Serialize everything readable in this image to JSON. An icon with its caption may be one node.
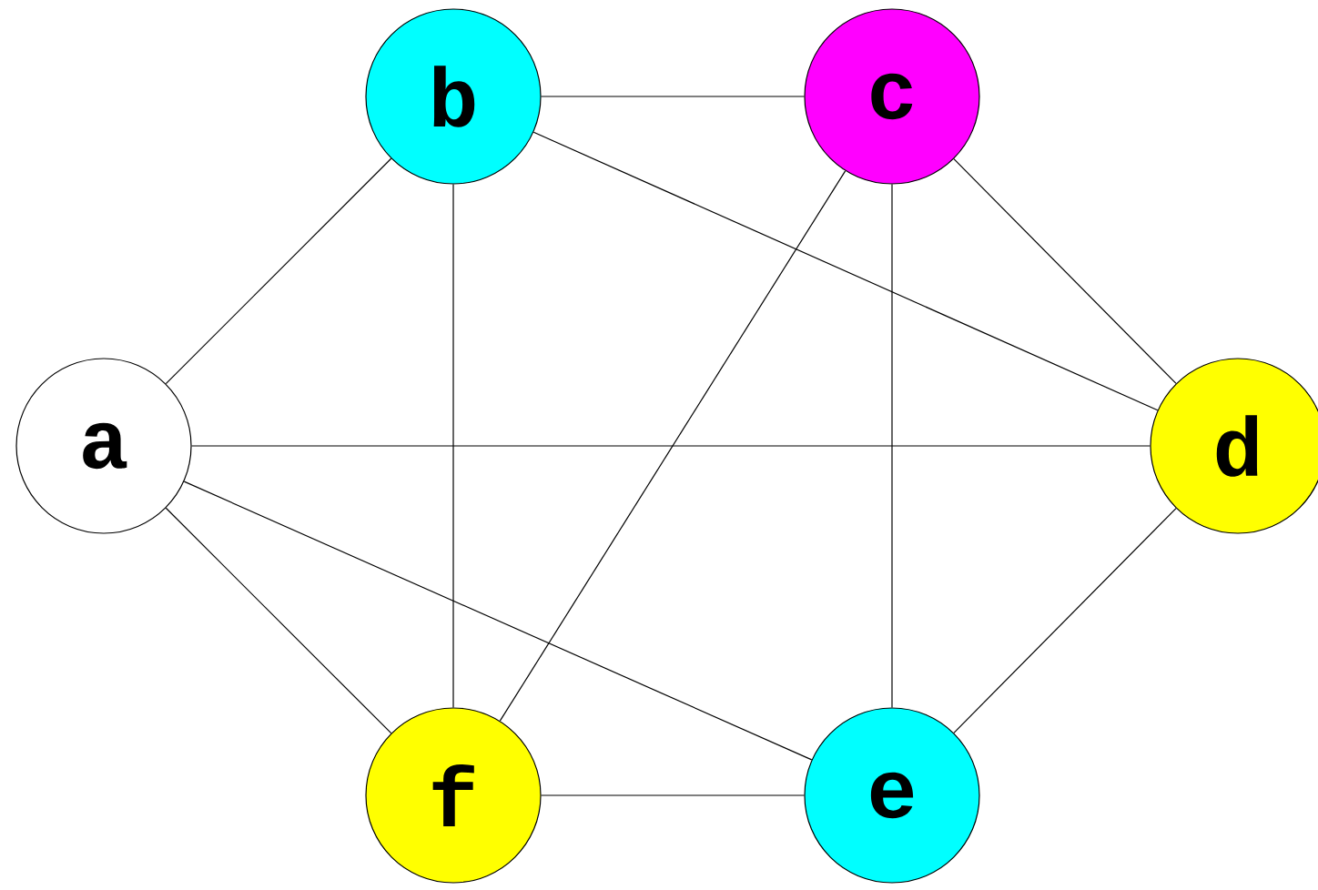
{
  "diagram": {
    "nodes": [
      {
        "text": [
          "a"
        ]
      },
      {
        "text": [
          "b"
        ]
      },
      {
        "text": [
          "c"
        ]
      },
      {
        "text": [
          "d"
        ]
      },
      {
        "text": [
          "e"
        ]
      },
      {
        "text": [
          "f"
        ]
      }
    ],
    "edges": [
      {
        "from": 0,
        "to": 1,
        "arrow": "none"
      },
      {
        "from": 0,
        "to": 3,
        "arrow": "none"
      },
      {
        "from": 0,
        "to": 4,
        "arrow": "none"
      },
      {
        "from": 0,
        "to": 5,
        "arrow": "none"
      },
      {
        "from": 1,
        "to": 2,
        "arrow": "none"
      },
      {
        "from": 1,
        "to": 3,
        "arrow": "none"
      },
      {
        "from": 1,
        "to": 5,
        "arrow": "none"
      },
      {
        "from": 2,
        "to": 3,
        "arrow": "none"
      },
      {
        "from": 2,
        "to": 4,
        "arrow": "none"
      },
      {
        "from": 2,
        "to": 5,
        "arrow": "none"
      },
      {
        "from": 3,
        "to": 4,
        "arrow": "none"
      },
      {
        "from": 4,
        "to": 5,
        "arrow": "none"
      }
    ]
  }
}
